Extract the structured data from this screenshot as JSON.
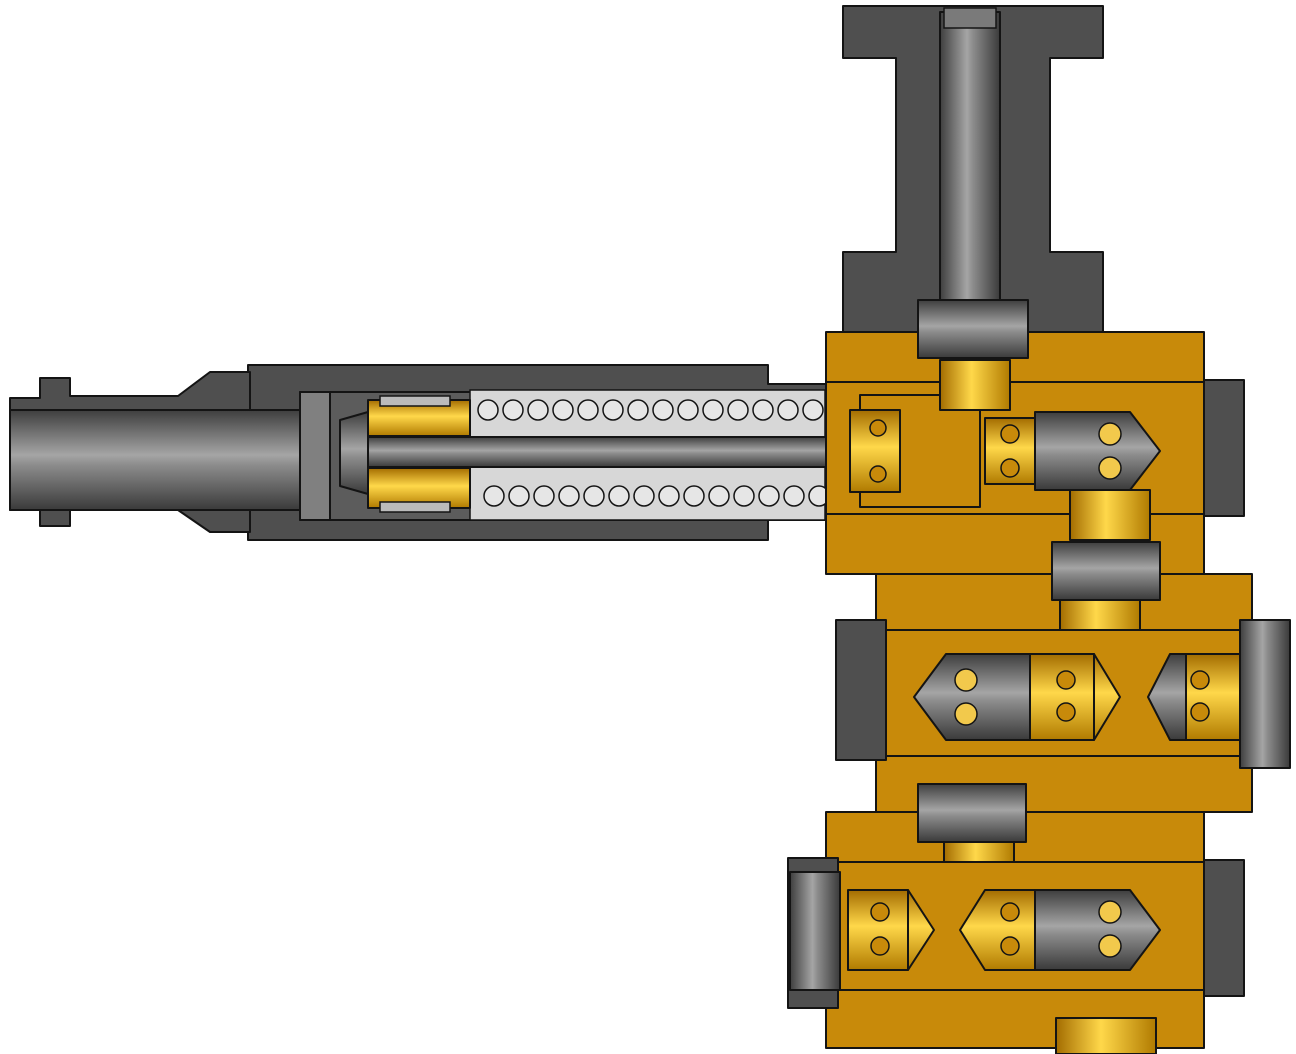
{
  "colors": {
    "background": "#ffffff",
    "steel_dark": "#4f4f4f",
    "steel_mid": "#6b6b6b",
    "steel_light": "#a9a9a9",
    "brass": "#c88a0a",
    "brass_light": "#f2c94c",
    "outline": "#141414"
  },
  "drawing": {
    "view": "cross-section",
    "parts": [
      {
        "name": "inlet-fitting",
        "material": "steel"
      },
      {
        "name": "top-manifold-block",
        "material": "steel"
      },
      {
        "name": "spring-cartridge-housing",
        "material": "steel"
      },
      {
        "name": "end-adapter",
        "material": "steel"
      },
      {
        "name": "compression-spring",
        "material": "steel"
      },
      {
        "name": "valve-body-plate",
        "material": "brass",
        "count": 5
      },
      {
        "name": "side-valve-block",
        "material": "steel",
        "count": 4
      },
      {
        "name": "check-valve-poppet",
        "material": "steel"
      },
      {
        "name": "ported-sleeve",
        "material": "brass"
      },
      {
        "name": "transfer-plug",
        "material": "steel",
        "count": 3
      },
      {
        "name": "end-cap",
        "material": "steel",
        "count": 2
      }
    ]
  }
}
